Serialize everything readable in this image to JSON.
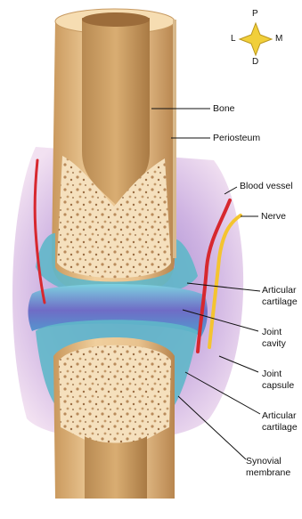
{
  "compass": {
    "p": "P",
    "l": "L",
    "m": "M",
    "d": "D"
  },
  "labels": {
    "bone": "Bone",
    "periosteum": "Periosteum",
    "blood_vessel": "Blood vessel",
    "nerve": "Nerve",
    "articular_1a": "Articular",
    "articular_1b": "cartilage",
    "joint_cavity_a": "Joint",
    "joint_cavity_b": "cavity",
    "joint_capsule_a": "Joint",
    "joint_capsule_b": "capsule",
    "articular_2a": "Articular",
    "articular_2b": "cartilage",
    "synovial_a": "Synovial",
    "synovial_b": "membrane"
  },
  "colors": {
    "bone_shaft": "#e6c08c",
    "spongy": "#f3dcb5",
    "cartilage": "#5fb7c9",
    "cavity": "#7a78c8",
    "capsule": "#b79ad1",
    "blood_vessel": "#d7282f",
    "nerve": "#f4c430"
  }
}
